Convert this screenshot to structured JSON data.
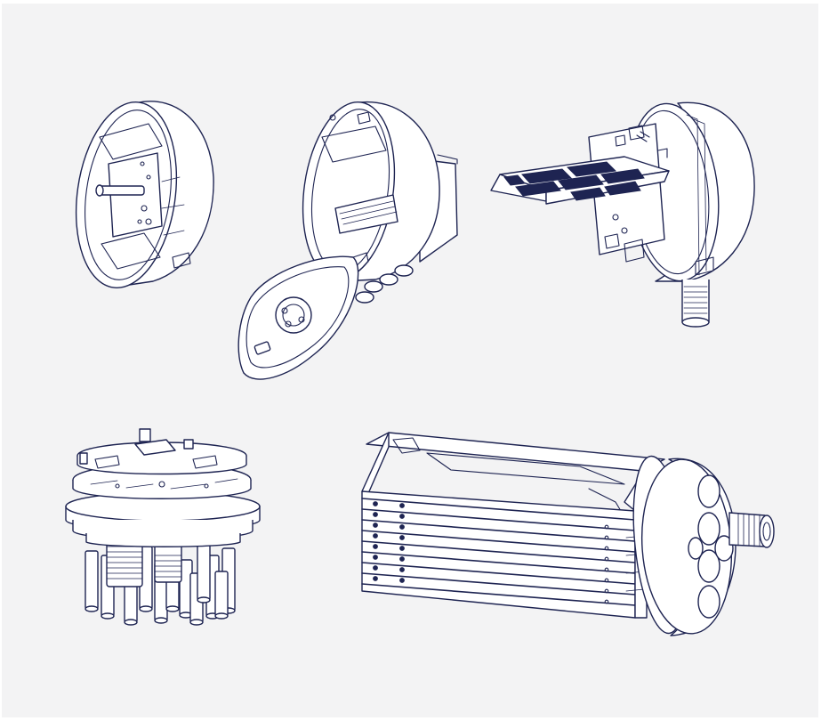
{
  "colors": {
    "background": "#f3f3f4",
    "line": "#1e2452",
    "fill": "#ffffff"
  },
  "illustrations": [
    {
      "id": "open-housing",
      "icon": "open-meter-housing-icon"
    },
    {
      "id": "housing-with-hinged-cover",
      "icon": "housing-hinged-cover-icon"
    },
    {
      "id": "housing-with-circuit-tray",
      "icon": "housing-circuit-tray-icon"
    },
    {
      "id": "terminal-block-assembly",
      "icon": "terminal-block-icon"
    },
    {
      "id": "cylindrical-rack-module",
      "icon": "rack-module-icon"
    }
  ]
}
